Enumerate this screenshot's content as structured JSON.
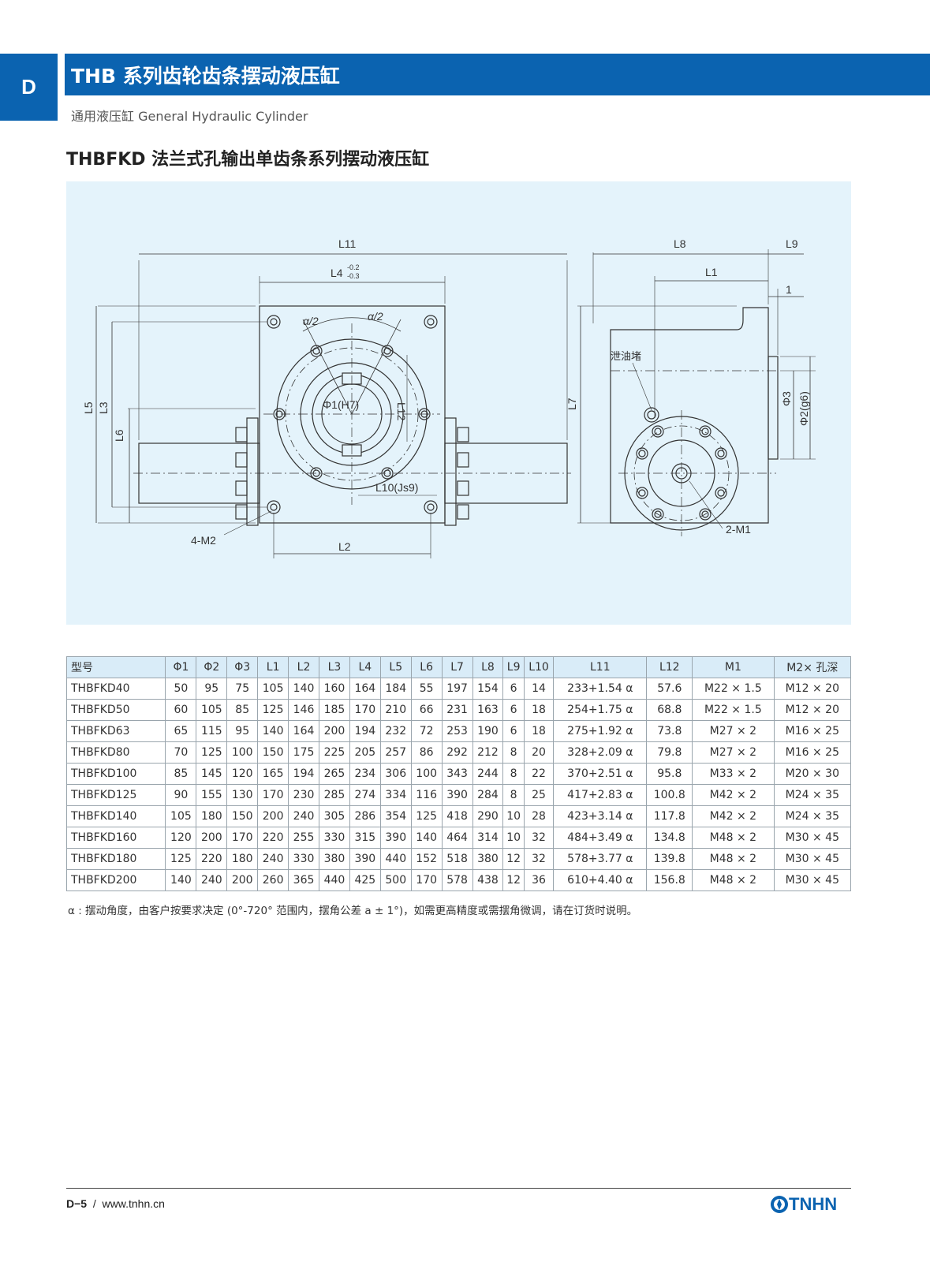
{
  "section_tab": "D",
  "header": {
    "title": "THB 系列齿轮齿条摆动液压缸",
    "subtitle": "通用液压缸 General Hydraulic Cylinder"
  },
  "section_title": "THBFKD 法兰式孔输出单齿条系列摆动液压缸",
  "drawing_labels": {
    "L11": "L11",
    "L4": "L4",
    "L4_tol_upper": "-0.2",
    "L4_tol_lower": "-0.3",
    "alpha_left": "α/2",
    "alpha_right": "α/2",
    "phi1": "Φ1(H7)",
    "L12": "L12",
    "L5": "L5",
    "L3": "L3",
    "L6": "L6",
    "L10": "L10(Js9)",
    "m2": "4-M2",
    "L2": "L2",
    "L8": "L8",
    "L9": "L9",
    "L1": "L1",
    "one": "1",
    "drain_plug": "泄油堵",
    "L7": "L7",
    "phi3": "Φ3",
    "phi2": "Φ2(g6)",
    "m1": "2-M1"
  },
  "table": {
    "headers": [
      "型号",
      "Φ1",
      "Φ2",
      "Φ3",
      "L1",
      "L2",
      "L3",
      "L4",
      "L5",
      "L6",
      "L7",
      "L8",
      "L9",
      "L10",
      "L11",
      "L12",
      "M1",
      "M2× 孔深"
    ],
    "rows": [
      [
        "THBFKD40",
        "50",
        "95",
        "75",
        "105",
        "140",
        "160",
        "164",
        "184",
        "55",
        "197",
        "154",
        "6",
        "14",
        "233+1.54 α",
        "57.6",
        "M22 × 1.5",
        "M12 × 20"
      ],
      [
        "THBFKD50",
        "60",
        "105",
        "85",
        "125",
        "146",
        "185",
        "170",
        "210",
        "66",
        "231",
        "163",
        "6",
        "18",
        "254+1.75 α",
        "68.8",
        "M22 × 1.5",
        "M12 × 20"
      ],
      [
        "THBFKD63",
        "65",
        "115",
        "95",
        "140",
        "164",
        "200",
        "194",
        "232",
        "72",
        "253",
        "190",
        "6",
        "18",
        "275+1.92 α",
        "73.8",
        "M27 × 2",
        "M16 × 25"
      ],
      [
        "THBFKD80",
        "70",
        "125",
        "100",
        "150",
        "175",
        "225",
        "205",
        "257",
        "86",
        "292",
        "212",
        "8",
        "20",
        "328+2.09 α",
        "79.8",
        "M27 × 2",
        "M16 × 25"
      ],
      [
        "THBFKD100",
        "85",
        "145",
        "120",
        "165",
        "194",
        "265",
        "234",
        "306",
        "100",
        "343",
        "244",
        "8",
        "22",
        "370+2.51 α",
        "95.8",
        "M33 × 2",
        "M20 × 30"
      ],
      [
        "THBFKD125",
        "90",
        "155",
        "130",
        "170",
        "230",
        "285",
        "274",
        "334",
        "116",
        "390",
        "284",
        "8",
        "25",
        "417+2.83 α",
        "100.8",
        "M42 × 2",
        "M24 × 35"
      ],
      [
        "THBFKD140",
        "105",
        "180",
        "150",
        "200",
        "240",
        "305",
        "286",
        "354",
        "125",
        "418",
        "290",
        "10",
        "28",
        "423+3.14 α",
        "117.8",
        "M42 × 2",
        "M24 × 35"
      ],
      [
        "THBFKD160",
        "120",
        "200",
        "170",
        "220",
        "255",
        "330",
        "315",
        "390",
        "140",
        "464",
        "314",
        "10",
        "32",
        "484+3.49 α",
        "134.8",
        "M48 × 2",
        "M30 × 45"
      ],
      [
        "THBFKD180",
        "125",
        "220",
        "180",
        "240",
        "330",
        "380",
        "390",
        "440",
        "152",
        "518",
        "380",
        "12",
        "32",
        "578+3.77 α",
        "139.8",
        "M48 × 2",
        "M30 × 45"
      ],
      [
        "THBFKD200",
        "140",
        "240",
        "200",
        "260",
        "365",
        "440",
        "425",
        "500",
        "170",
        "578",
        "438",
        "12",
        "36",
        "610+4.40 α",
        "156.8",
        "M48 × 2",
        "M30 × 45"
      ]
    ]
  },
  "note": "α : 摆动角度，由客户按要求决定 (0°-720° 范围内，摆角公差 a ± 1°)，如需更高精度或需摆角微调，请在订货时说明。",
  "footer": {
    "page": "D−5",
    "separator": "/",
    "url": "www.tnhn.cn",
    "logo_text": "TNHN"
  },
  "colors": {
    "brand_blue": "#0b63b0",
    "drawing_bg": "#e4f3fb",
    "table_header_bg": "#d9ecf8"
  }
}
